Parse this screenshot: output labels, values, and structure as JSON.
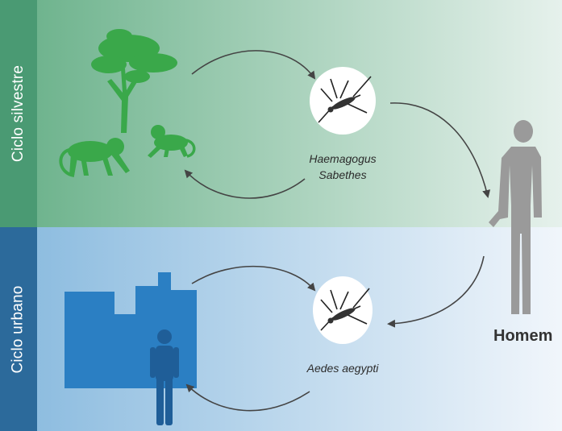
{
  "bands": {
    "sylvatic": {
      "label": "Ciclo silvestre",
      "sidebar_color": "#4a9a73",
      "bg_from": "#6fb48e",
      "bg_to": "#e6f1ec"
    },
    "urban": {
      "label": "Ciclo urbano",
      "sidebar_color": "#2c6a9b",
      "bg_from": "#8ebde0",
      "bg_to": "#f1f6fb"
    }
  },
  "vectors": {
    "sylvatic": {
      "line1": "Haemagogus",
      "line2": "Sabethes",
      "icon": "mosquito-icon"
    },
    "urban": {
      "line1": "Aedes aegypti",
      "icon": "mosquito-icon"
    }
  },
  "hosts": {
    "sylvatic": {
      "icons": [
        "tree-icon",
        "monkey-icon",
        "monkey-icon"
      ],
      "color": "#3aa84a"
    },
    "urban": {
      "icons": [
        "city-icon",
        "person-icon"
      ],
      "color": "#2b7fc3"
    },
    "human": {
      "label": "Homem",
      "icon": "human-icon",
      "color": "#9a9a9a"
    }
  }
}
